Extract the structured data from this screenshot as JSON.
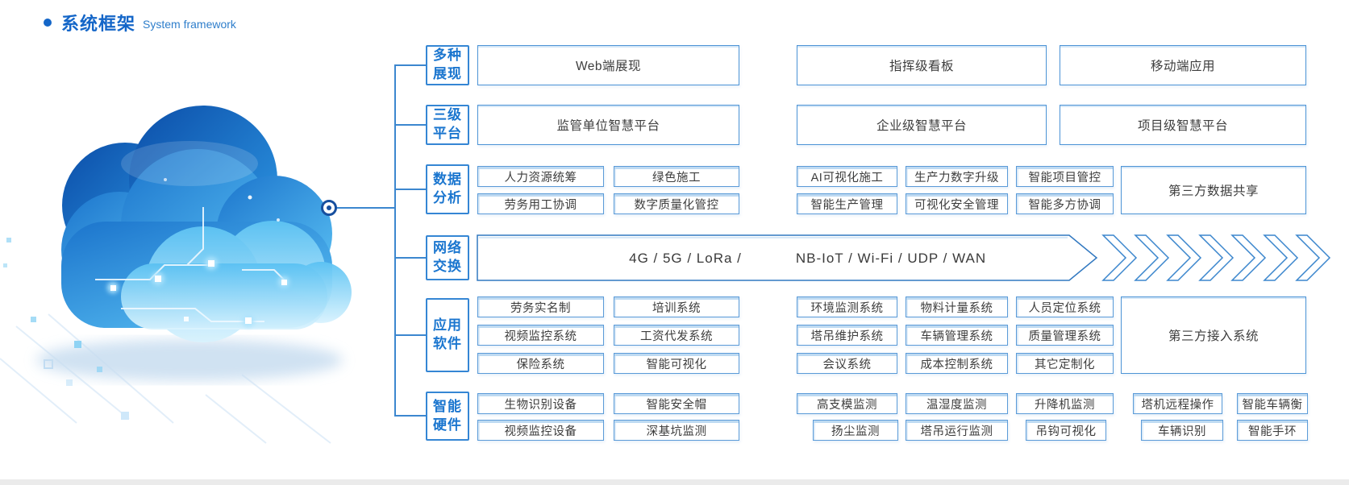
{
  "title": {
    "zh": "系统框架",
    "en": "System framework"
  },
  "categories": [
    {
      "line1": "多种",
      "line2": "展现"
    },
    {
      "line1": "三级",
      "line2": "平台"
    },
    {
      "line1": "数据",
      "line2": "分析"
    },
    {
      "line1": "网络",
      "line2": "交换"
    },
    {
      "line1": "应用",
      "line2": "软件"
    },
    {
      "line1": "智能",
      "line2": "硬件"
    }
  ],
  "display": {
    "items": [
      "Web端展现",
      "指挥级看板",
      "移动端应用"
    ]
  },
  "platform": {
    "items": [
      "监管单位智慧平台",
      "企业级智慧平台",
      "项目级智慧平台"
    ]
  },
  "data_analysis": {
    "row1": [
      "人力资源统筹",
      "绿色施工",
      "AI可视化施工",
      "生产力数字升级",
      "智能项目管控"
    ],
    "row2": [
      "劳务用工协调",
      "数字质量化管控",
      "智能生产管理",
      "可视化安全管理",
      "智能多方协调"
    ],
    "third_party": "第三方数据共享"
  },
  "network": {
    "left": "4G / 5G / LoRa /",
    "right": "NB-IoT / Wi-Fi / UDP / WAN"
  },
  "apps": {
    "row1": [
      "劳务实名制",
      "培训系统",
      "环境监测系统",
      "物料计量系统",
      "人员定位系统"
    ],
    "row2": [
      "视频监控系统",
      "工资代发系统",
      "塔吊维护系统",
      "车辆管理系统",
      "质量管理系统"
    ],
    "row3": [
      "保险系统",
      "智能可视化",
      "会议系统",
      "成本控制系统",
      "其它定制化"
    ],
    "third_party": "第三方接入系统"
  },
  "hardware": {
    "row1": [
      "生物识别设备",
      "智能安全帽",
      "高支模监测",
      "温湿度监测",
      "升降机监测",
      "塔机远程操作",
      "智能车辆衡"
    ],
    "row2": [
      "视频监控设备",
      "深基坑监测",
      "扬尘监测",
      "塔吊运行监测",
      "吊钩可视化",
      "车辆识别",
      "智能手环"
    ]
  },
  "colors": {
    "title_blue": "#1466c8",
    "line_blue": "#3c87cf",
    "category_text": "#1b76cf",
    "box_border": "#5b9bd8",
    "box_text": "#3d3d3d"
  }
}
